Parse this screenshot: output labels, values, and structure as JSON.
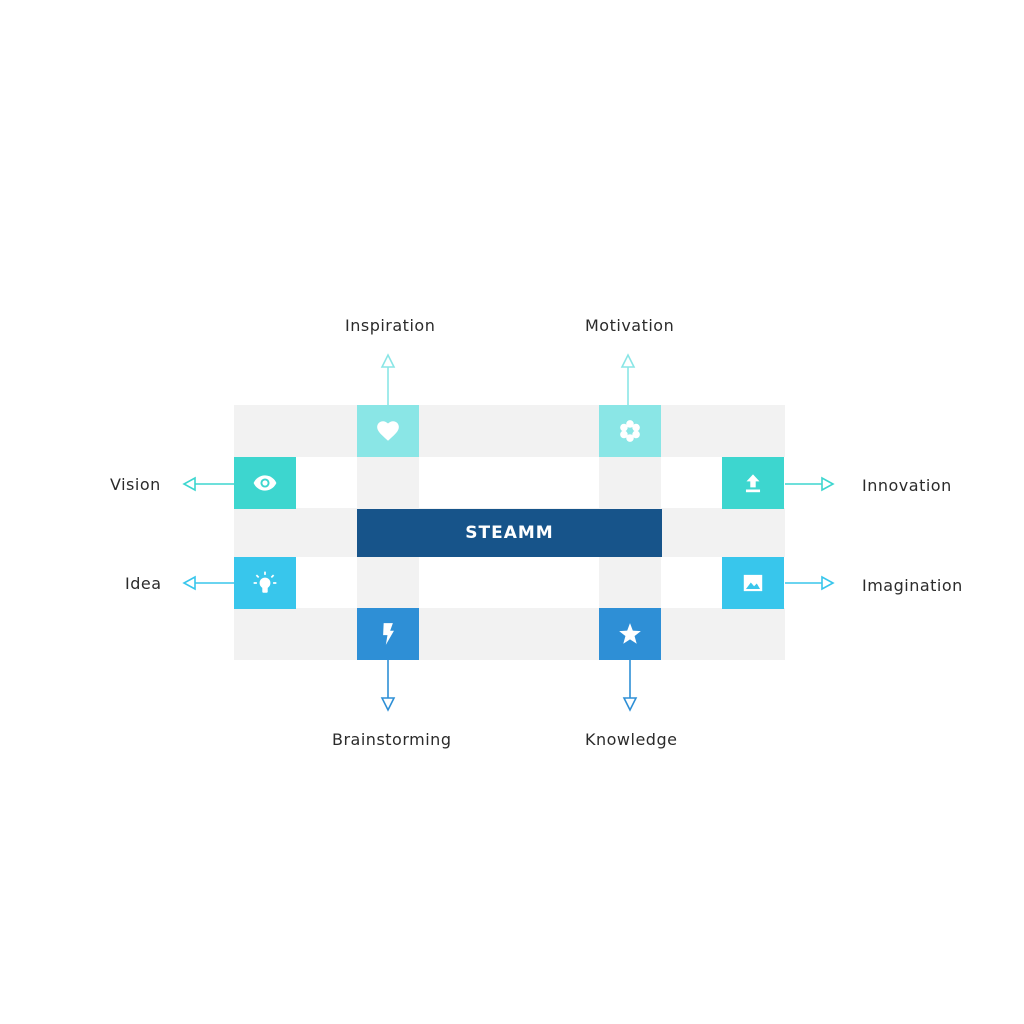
{
  "center": {
    "label": "STEAMM",
    "color": "#17548a"
  },
  "nodes": {
    "inspiration": {
      "label": "Inspiration",
      "icon": "heart-icon",
      "color": "#8ae6e6"
    },
    "motivation": {
      "label": "Motivation",
      "icon": "flower-icon",
      "color": "#8ae6e6"
    },
    "vision": {
      "label": "Vision",
      "icon": "eye-icon",
      "color": "#3dd6cf"
    },
    "innovation": {
      "label": "Innovation",
      "icon": "upload-icon",
      "color": "#3dd6cf"
    },
    "idea": {
      "label": "Idea",
      "icon": "lightbulb-icon",
      "color": "#38c6ec"
    },
    "imagination": {
      "label": "Imagination",
      "icon": "image-icon",
      "color": "#38c6ec"
    },
    "brainstorming": {
      "label": "Brainstorming",
      "icon": "lightning-icon",
      "color": "#2e8fd6"
    },
    "knowledge": {
      "label": "Knowledge",
      "icon": "star-icon",
      "color": "#2e8fd6"
    }
  }
}
